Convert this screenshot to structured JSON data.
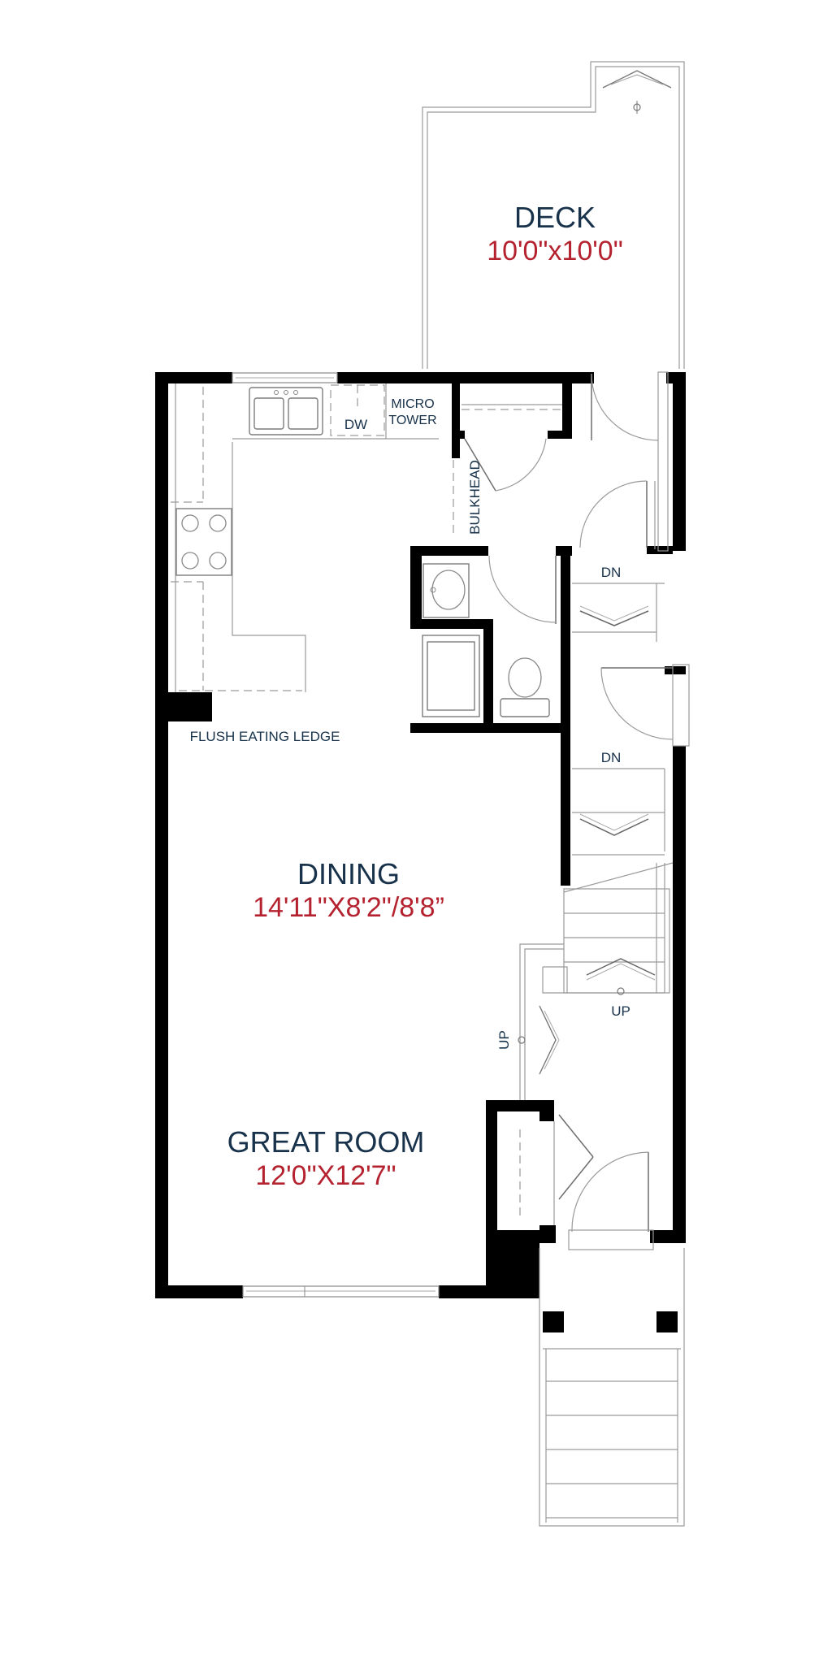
{
  "rooms": {
    "deck": {
      "name": "DECK",
      "dim": "10'0\"x10'0\""
    },
    "dining": {
      "name": "DINING",
      "dim": "14'11\"X8'2\"/8'8”"
    },
    "great_room": {
      "name": "GREAT ROOM",
      "dim": "12'0\"X12'7\""
    }
  },
  "labels": {
    "micro": "MICRO",
    "tower": "TOWER",
    "dw": "DW",
    "bulkhead": "BULKHEAD",
    "flush_ledge": "FLUSH EATING LEDGE",
    "dn_upper": "DN",
    "dn_lower": "DN",
    "up_stair": "UP",
    "up_entry": "UP"
  },
  "colors": {
    "room_name": "#17324a",
    "room_dim": "#b5222f",
    "wall": "#000000",
    "fixture_line": "#9a9a9a"
  }
}
